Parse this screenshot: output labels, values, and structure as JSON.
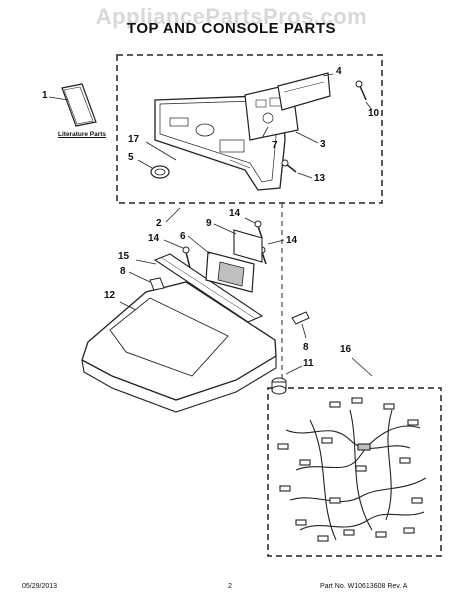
{
  "watermark": "AppliancePartsPros.com",
  "title": "TOP AND CONSOLE PARTS",
  "literature_label": "Literature Parts",
  "callouts": {
    "c1": "1",
    "c2": "2",
    "c3": "3",
    "c4": "4",
    "c5": "5",
    "c6": "6",
    "c7": "7",
    "c8a": "8",
    "c8b": "8",
    "c9": "9",
    "c10": "10",
    "c11": "11",
    "c12": "12",
    "c13": "13",
    "c14a": "14",
    "c14b": "14",
    "c14c": "14",
    "c15": "15",
    "c16": "16",
    "c17": "17"
  },
  "footer": {
    "date": "05/29/2013",
    "page": "2",
    "part_no": "Part No. W10613608  Rev. A"
  },
  "colors": {
    "line": "#222222",
    "shade": "#bfbfbf",
    "watermark": "#d8d8d8"
  }
}
